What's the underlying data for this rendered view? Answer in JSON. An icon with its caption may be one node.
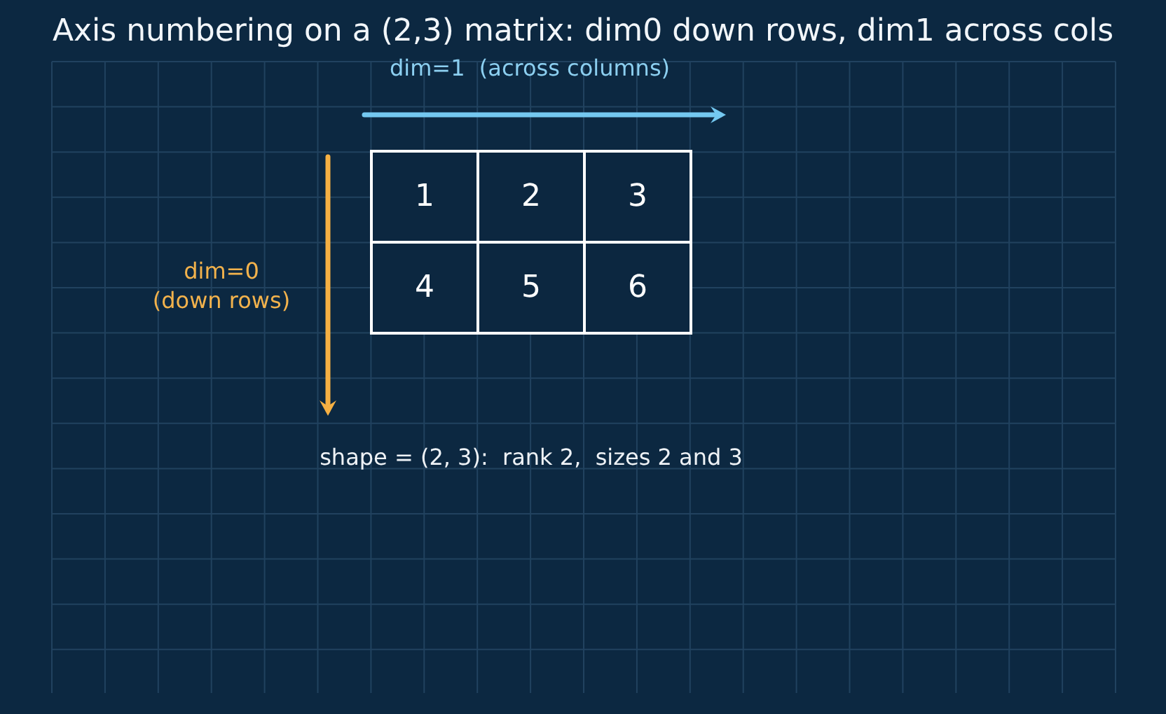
{
  "diagram": {
    "title": "Axis numbering on a (2,3) matrix: dim0 down rows, dim1 across cols",
    "labels": [
      "dim=1  (across columns)",
      "dim=0 (down rows)",
      "1",
      "2",
      "3",
      "4",
      "5",
      "6",
      "shape = (2, 3):  rank 2,  sizes 2 and 3"
    ]
  }
}
